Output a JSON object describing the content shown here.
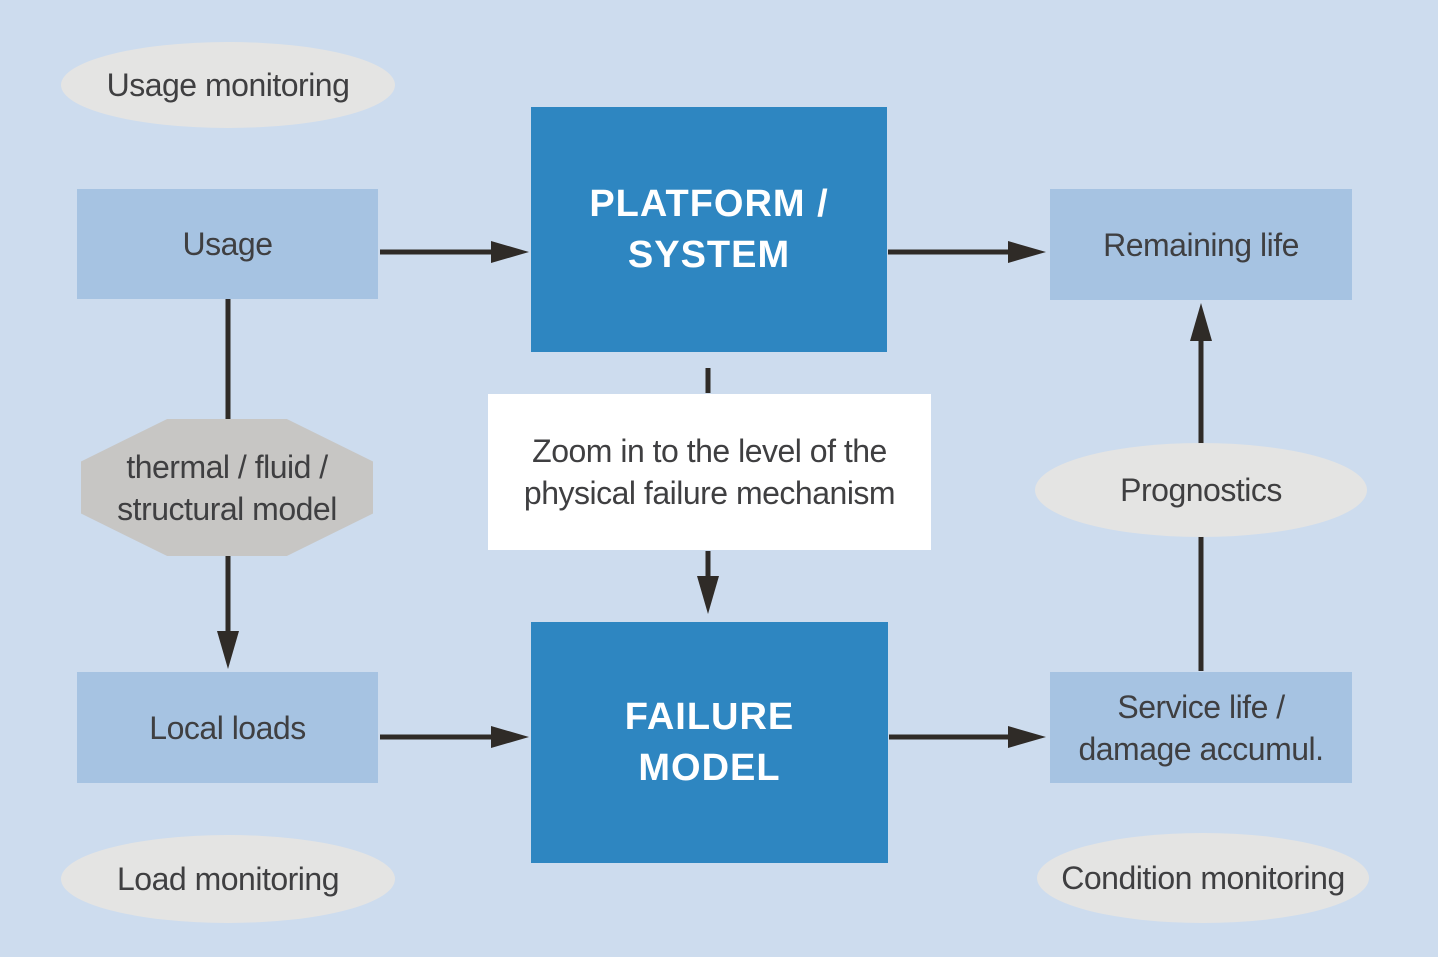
{
  "diagram": {
    "title": "Usage / load / condition monitoring and prognostics flow diagram",
    "colors": {
      "background": "#cddcee",
      "process_box": "#2e86c1",
      "io_box": "#a6c3e2",
      "monitor_ellipse": "#e4e4e3",
      "model_octagon": "#c7c6c4",
      "note_box": "#ffffff",
      "arrow": "#2f2b27",
      "text_dark": "#3f3f41",
      "text_light": "#ffffff"
    },
    "nodes": {
      "usage_monitoring": {
        "shape": "ellipse",
        "label": "Usage monitoring"
      },
      "usage": {
        "shape": "rect",
        "label": "Usage"
      },
      "platform_system": {
        "shape": "process",
        "label_line1": "PLATFORM /",
        "label_line2": "SYSTEM"
      },
      "remaining_life": {
        "shape": "rect",
        "label": "Remaining life"
      },
      "thermal_model": {
        "shape": "octagon",
        "label_line1": "thermal / fluid /",
        "label_line2": "structural model"
      },
      "zoom_note": {
        "shape": "note",
        "label_line1": "Zoom in to the level of the",
        "label_line2": "physical failure mechanism"
      },
      "prognostics": {
        "shape": "ellipse",
        "label": "Prognostics"
      },
      "local_loads": {
        "shape": "rect",
        "label": "Local loads"
      },
      "failure_model": {
        "shape": "process",
        "label_line1": "FAILURE",
        "label_line2": "MODEL"
      },
      "service_life": {
        "shape": "rect",
        "label_line1": "Service life /",
        "label_line2": "damage accumul."
      },
      "load_monitoring": {
        "shape": "ellipse",
        "label": "Load monitoring"
      },
      "condition_monitoring": {
        "shape": "ellipse",
        "label": "Condition monitoring"
      }
    },
    "edges": [
      {
        "from": "usage",
        "to": "platform_system",
        "arrowhead": true
      },
      {
        "from": "usage",
        "to": "thermal_model",
        "arrowhead": false
      },
      {
        "from": "thermal_model",
        "to": "local_loads",
        "arrowhead": true
      },
      {
        "from": "platform_system",
        "to": "zoom_note",
        "arrowhead": false
      },
      {
        "from": "zoom_note",
        "to": "failure_model",
        "arrowhead": true
      },
      {
        "from": "local_loads",
        "to": "failure_model",
        "arrowhead": true
      },
      {
        "from": "failure_model",
        "to": "service_life",
        "arrowhead": true
      },
      {
        "from": "platform_system",
        "to": "remaining_life",
        "arrowhead": true
      },
      {
        "from": "service_life",
        "to": "remaining_life",
        "arrowhead": true
      }
    ]
  }
}
